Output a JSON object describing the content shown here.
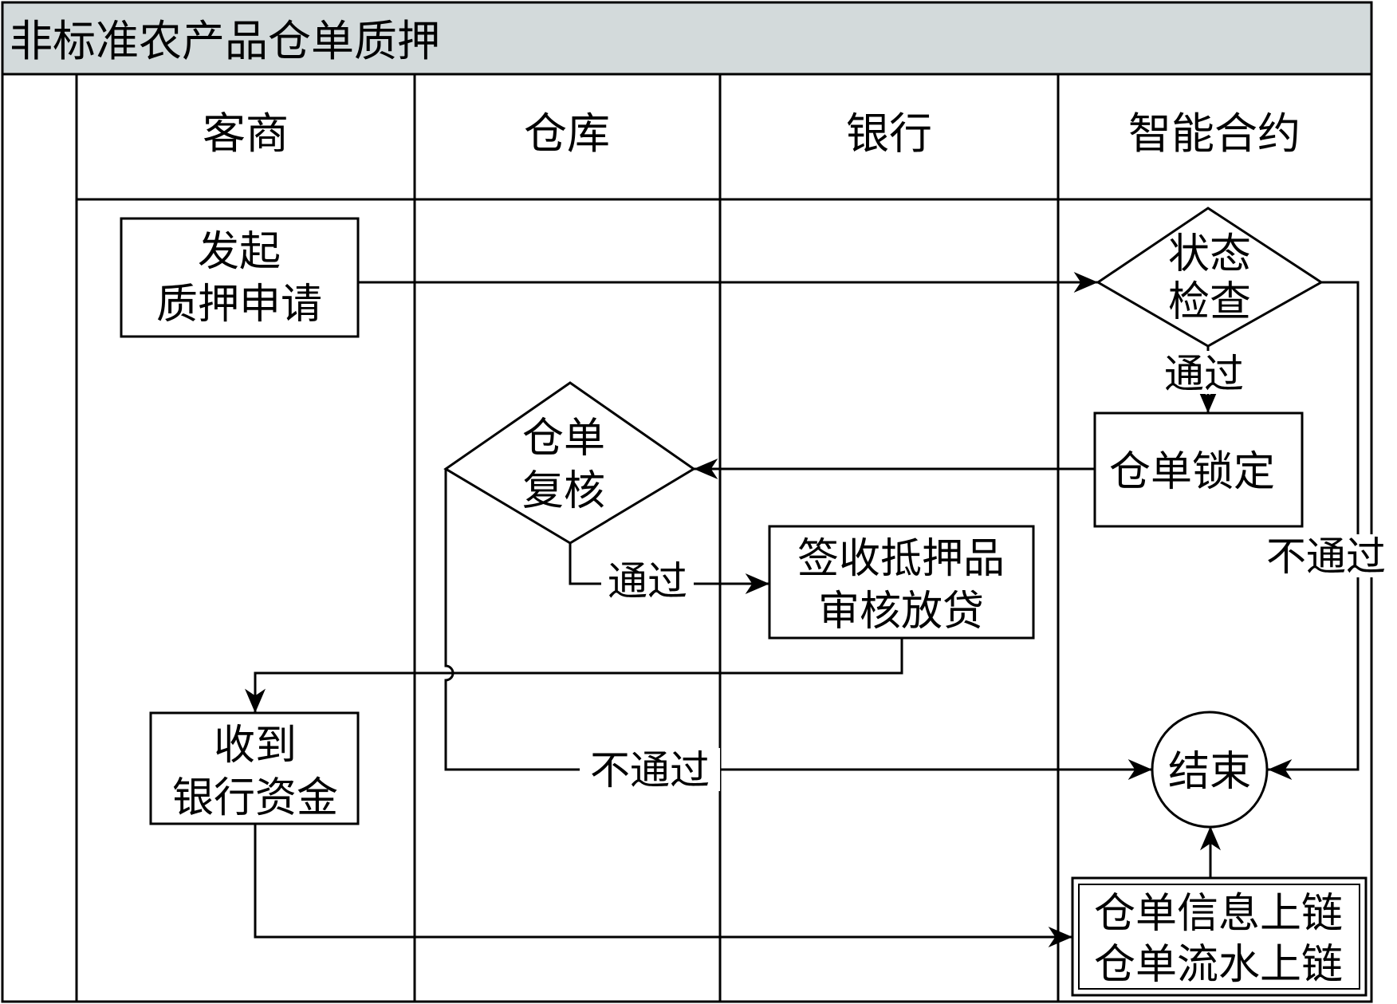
{
  "title": "非标准农产品仓单质押",
  "lanes": [
    "客商",
    "仓库",
    "银行",
    "智能合约"
  ],
  "nodes": {
    "apply": [
      "发起",
      "质押申请"
    ],
    "status_check": [
      "状态",
      "检查"
    ],
    "lock": [
      "仓单锁定"
    ],
    "review": [
      "仓单",
      "复核"
    ],
    "loan": [
      "签收抵押品",
      "审核放贷"
    ],
    "receive": [
      "收到",
      "银行资金"
    ],
    "end": [
      "结束"
    ],
    "onchain": [
      "仓单信息上链",
      "仓单流水上链"
    ]
  },
  "edge_labels": {
    "check_pass": "通过",
    "check_fail": "不通过",
    "review_pass": "通过",
    "review_fail": "不通过"
  },
  "colors": {
    "header_bg": "#d3dadb",
    "line": "#000000",
    "background": "#ffffff"
  }
}
